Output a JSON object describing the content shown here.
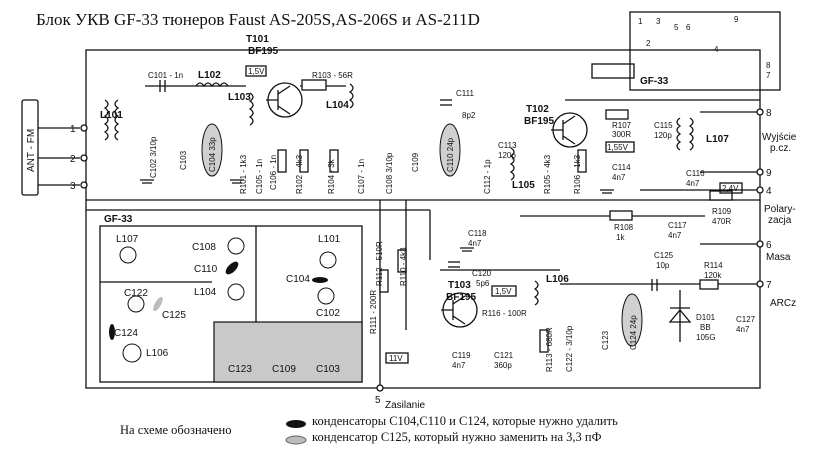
{
  "title": "Блок УКВ GF-33 тюнеров Faust AS-205S,AS-206S и AS-211D",
  "inset": {
    "label": "GF-33",
    "pins": [
      "1",
      "2",
      "3",
      "4",
      "5",
      "6",
      "7",
      "8",
      "9"
    ]
  },
  "antenna": {
    "label": "ANT - FM",
    "pins": [
      "1",
      "2",
      "3"
    ]
  },
  "transistors": [
    {
      "ref": "T101",
      "type": "BF195"
    },
    {
      "ref": "T102",
      "type": "BF195"
    },
    {
      "ref": "T103",
      "type": "BF195"
    }
  ],
  "components": {
    "c101": "C101 - 1n",
    "l102": "L102",
    "r103": "R103 - 56R",
    "l104": "L104",
    "c111": "C111",
    "c111v": "8p2",
    "l101": "L101",
    "c102": "C102  3/10p",
    "c103": "C103",
    "c104": "C104  33p",
    "l103": "L103",
    "r101": "R101 - 1k3",
    "c105": "C105 - 1n",
    "c106": "C106 - 1n",
    "r102": "R102 - 4k3",
    "r104": "R104 - 3k",
    "c107": "C107 - 1n",
    "c108": "C108  3/10p",
    "c109": "C109",
    "c110": "C110  24p",
    "c112": "C112 - 1p",
    "c113": "C113",
    "c113v": "120p",
    "l105": "L105",
    "r105": "R105 - 4k3",
    "r106": "R106 - 1k3",
    "r107": "R107",
    "r107v": "300R",
    "c114": "C114",
    "c114v": "4n7",
    "c115": "C115",
    "c115v": "120p",
    "l107": "L107",
    "c116": "C116",
    "c116v": "4n7",
    "r108": "R108",
    "r108v": "1k",
    "c117": "C117",
    "c117v": "4n7",
    "r109": "R109",
    "r109v": "470R",
    "c118": "C118",
    "c118v": "4n7",
    "r112": "R112 - 510R",
    "r110": "R110 - 4k3",
    "r111": "R111 - 200R",
    "c120": "C120",
    "c120v": "5p6",
    "l106": "L106",
    "r116": "R116 - 100R",
    "c119": "C119",
    "c119v": "4n7",
    "c121": "C121",
    "c121v": "360p",
    "r113": "R113 - 680R",
    "c122": "C122 - 3/10p",
    "c123": "C123",
    "c124": "C124  24p",
    "c125": "C125",
    "c125v": "10p",
    "r114": "R114",
    "r114v": "120k",
    "d101": "D101",
    "d101t": "BB",
    "d101v": "105G",
    "c127": "C127",
    "c127v": "4n7"
  },
  "voltages": [
    "1,5V",
    "1,55V",
    "2,4V",
    "1,5V",
    "11V"
  ],
  "outputs": [
    {
      "pin": "8",
      "label": "Wyjście"
    },
    {
      "pin": "",
      "label": "p.cz."
    },
    {
      "pin": "9",
      "label": ""
    },
    {
      "pin": "4",
      "label": "Polary-"
    },
    {
      "pin": "",
      "label": "zacja"
    },
    {
      "pin": "6",
      "label": "Masa"
    },
    {
      "pin": "7",
      "label": "ARCz"
    },
    {
      "pin": "5",
      "label": "Zasilanie"
    }
  ],
  "board": {
    "label": "GF-33",
    "parts": [
      "L107",
      "C108",
      "C110",
      "L104",
      "L101",
      "C104",
      "C102",
      "C122",
      "C125",
      "C124",
      "L106"
    ],
    "shielded": [
      "C123",
      "C109",
      "C103"
    ]
  },
  "legend": {
    "prefix": "На схеме обозначено",
    "item1": "конденсаторы C104,C110 и  C124, которые нужно удалить",
    "item2": "конденсатор C125, который нужно заменить на 3,3 пФ"
  }
}
